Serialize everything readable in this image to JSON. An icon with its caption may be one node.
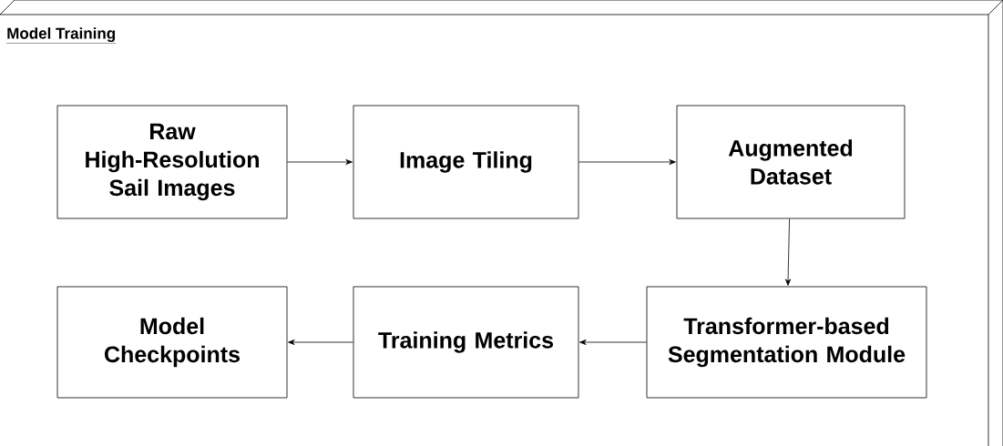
{
  "diagram": {
    "nodes": [
      {
        "text": [
          "Model Training"
        ]
      },
      {
        "text": [
          "Raw High-Resolution Sail Images"
        ],
        "in": 0
      },
      {
        "text": [
          "Image Tiling"
        ],
        "in": 0
      },
      {
        "text": [
          "Augmented Dataset"
        ],
        "in": 0
      },
      {
        "text": [
          "Transformer-based Segmentation Module"
        ],
        "in": 0
      },
      {
        "text": [
          "Training Metrics"
        ],
        "in": 0
      },
      {
        "text": [
          "Model Checkpoints"
        ],
        "in": 0
      }
    ],
    "edges": [
      {
        "from": 1,
        "to": 2,
        "arrow": "to"
      },
      {
        "from": 2,
        "to": 3,
        "arrow": "to"
      },
      {
        "from": 3,
        "to": 4,
        "arrow": "to"
      },
      {
        "from": 4,
        "to": 5,
        "arrow": "to"
      },
      {
        "from": 5,
        "to": 6,
        "arrow": "to"
      }
    ]
  }
}
